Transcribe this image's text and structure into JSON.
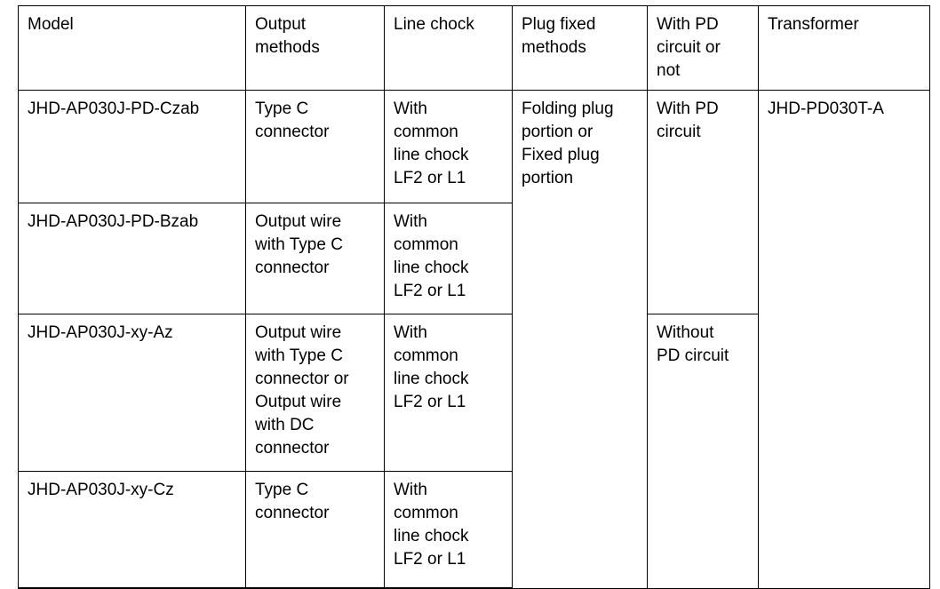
{
  "table": {
    "columns": [
      {
        "key": "model",
        "label": "Model"
      },
      {
        "key": "output",
        "label": "Output\nmethods"
      },
      {
        "key": "chock",
        "label": "Line chock"
      },
      {
        "key": "plug",
        "label": "Plug fixed\nmethods"
      },
      {
        "key": "pd",
        "label": "With PD\ncircuit or\nnot"
      },
      {
        "key": "transformer",
        "label": "Transformer"
      }
    ],
    "rows": [
      {
        "model": "JHD-AP030J-PD-Czab",
        "output": "Type C\nconnector",
        "chock": "With\ncommon\nline chock\nLF2 or L1"
      },
      {
        "model": "JHD-AP030J-PD-Bzab",
        "output": "Output wire\nwith Type C\nconnector",
        "chock": "With\ncommon\nline chock\nLF2 or L1"
      },
      {
        "model": "JHD-AP030J-xy-Az",
        "output": "Output wire\nwith Type C\nconnector or\nOutput wire\nwith DC\nconnector",
        "chock": "With\ncommon\nline chock\nLF2 or L1"
      },
      {
        "model": "JHD-AP030J-xy-Cz",
        "output": "Type C\nconnector",
        "chock": "With\ncommon\nline chock\nLF2 or L1"
      }
    ],
    "merged": {
      "plug_all_rows": "Folding plug\nportion or\nFixed plug\nportion",
      "pd_rows_1_2": "With PD\ncircuit",
      "pd_rows_3_4": "Without\nPD circuit",
      "transformer_all_rows": "JHD-PD030T-A"
    }
  },
  "colors": {
    "border": "#000000",
    "text": "#000000",
    "background": "#ffffff"
  }
}
